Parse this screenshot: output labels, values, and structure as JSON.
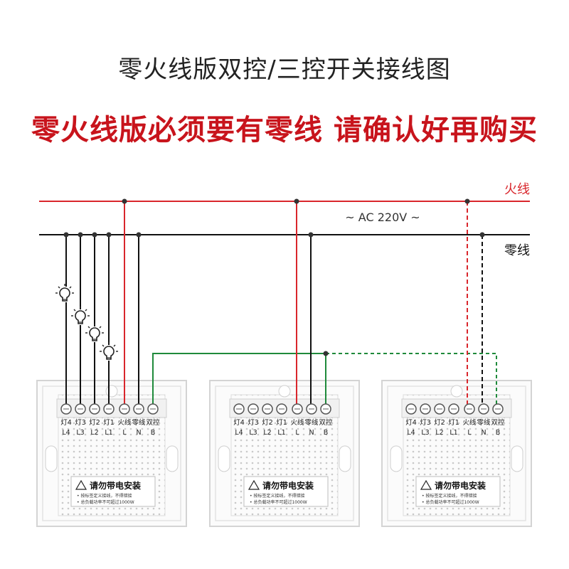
{
  "title": "零火线版双控/三控开关接线图",
  "warning": "零火线版必须要有零线 请确认好再购买",
  "live_label": "火线",
  "neutral_label": "零线",
  "voltage_label": "~ AC 220V ~",
  "terminals_top": [
    "灯4",
    "灯3",
    "灯2",
    "灯1",
    "火线",
    "零线",
    "双控"
  ],
  "terminals_bottom": [
    "L4",
    "L3",
    "L2",
    "L1",
    "L",
    "N",
    "B"
  ],
  "switch_warning": {
    "title": "请勿带电安装",
    "line1": "• 按标签定义接线，不得错接",
    "line2": "• 总负载功率不可超过1000W"
  },
  "colors": {
    "live": "#d9262c",
    "neutral": "#111111",
    "control": "#1f8a3b",
    "title": "#222222",
    "warning": "#c8141c"
  }
}
